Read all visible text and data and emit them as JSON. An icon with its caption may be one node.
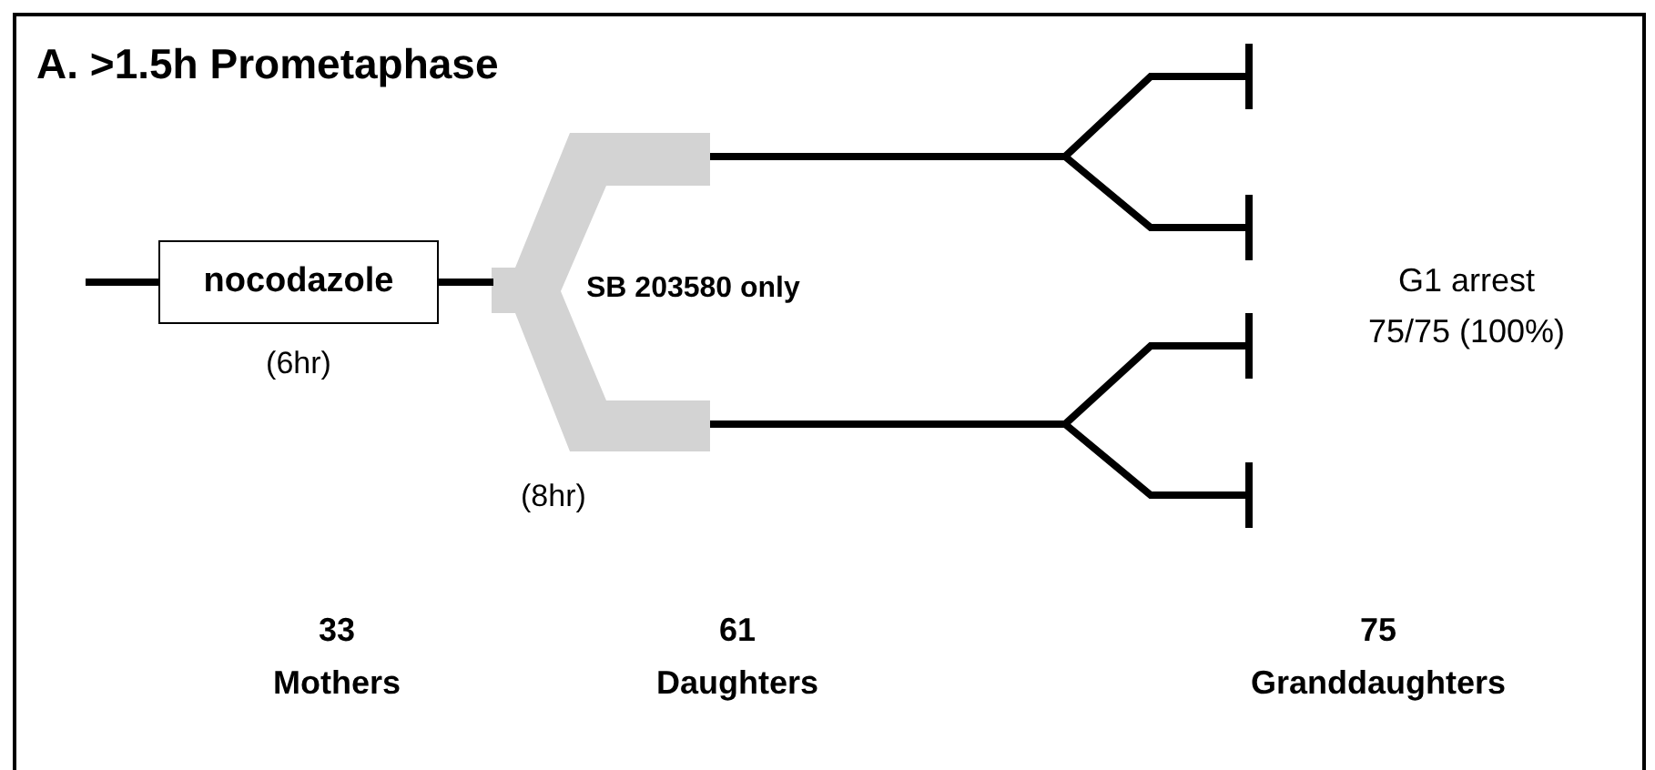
{
  "diagram": {
    "title": "A. >1.5h Prometaphase",
    "nodes": [
      {
        "text": [
          "nocodazole"
        ],
        "beside": [
          "(6hr)"
        ]
      }
    ],
    "labels": [
      "SB 203580 only",
      "G1 arrest 75/75 (100%)",
      "(8hr)",
      "33 Mothers",
      "61 Daughters",
      "75 Granddaughters"
    ]
  }
}
